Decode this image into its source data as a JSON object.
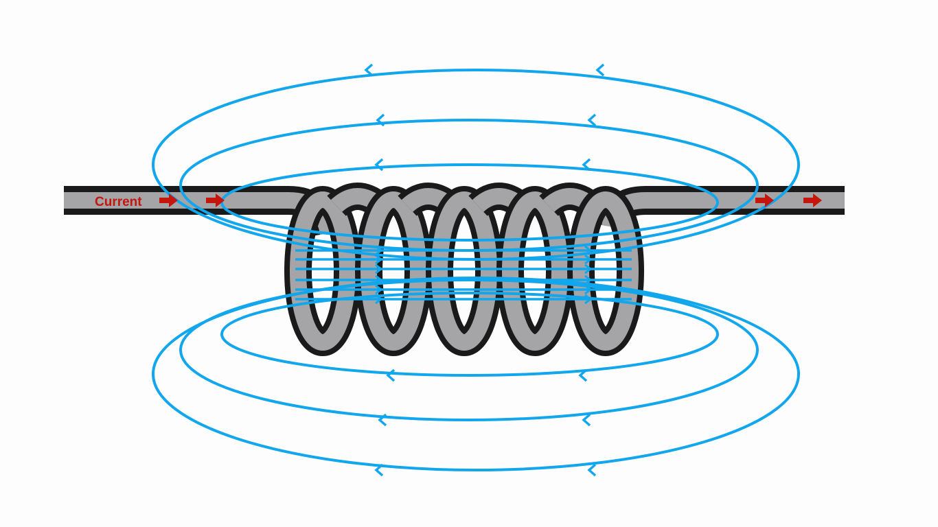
{
  "diagram": {
    "current_label": "Current",
    "colors": {
      "field_line": "#12a6ec",
      "wire_fill": "#a5a5a7",
      "wire_outline": "#1a1a1a",
      "current_arrow": "#c4160c"
    },
    "coil_turns": 5,
    "field_lines_above": 3,
    "field_lines_below": 3,
    "field_direction_top": "left",
    "field_direction_bottom": "left",
    "current_direction": "right"
  }
}
